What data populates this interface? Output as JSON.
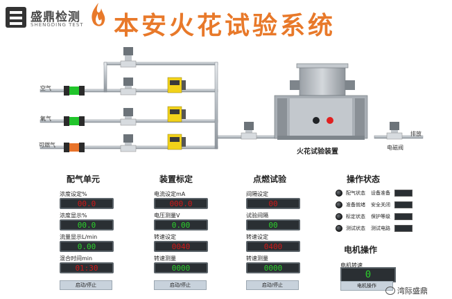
{
  "header": {
    "logo_text": "盛鼎检测",
    "logo_sub": "SHENGDING TEST",
    "title": "本安火花试验系统"
  },
  "schematic": {
    "gas_air": "空气",
    "gas_oxygen": "氧气",
    "gas_combustible": "可燃气",
    "device_label": "火花试验装置",
    "valve_label": "电磁阀",
    "exhaust_label": "排放"
  },
  "gas_panel": {
    "title": "配气单元",
    "f1_label": "浓度设定%",
    "f1_value": "00.0",
    "f2_label": "浓度显示%",
    "f2_value": "00.0",
    "f3_label": "流量显示L/min",
    "f3_value": "0.00",
    "f4_label": "混合时间min",
    "f4_value": "01:30",
    "button": "启动/停止"
  },
  "calib_panel": {
    "title": "装置标定",
    "f1_label": "电流设定mA",
    "f1_value": "000.0",
    "f2_label": "电压测量V",
    "f2_value": "0.00",
    "f3_label": "转速设定",
    "f3_value": "0040",
    "f4_label": "转速测量",
    "f4_value": "0000",
    "button": "启动/停止"
  },
  "ignition_panel": {
    "title": "点燃试验",
    "f1_label": "间隔设定",
    "f1_value": "00",
    "f2_label": "试验间隔",
    "f2_value": "00",
    "f3_label": "转速设定",
    "f3_value": "0400",
    "f4_label": "转速测量",
    "f4_value": "0000",
    "button": "启动/停止"
  },
  "status_panel": {
    "title": "操作状态",
    "rows": [
      {
        "label": "配气状态",
        "label2": "设备准备"
      },
      {
        "label": "准备就绪",
        "label2": "安全关闭"
      },
      {
        "label": "标定状态",
        "label2": "保护等级"
      },
      {
        "label": "测试状态",
        "label2": "测试电路"
      }
    ]
  },
  "motor": {
    "title": "电机操作",
    "label": "电机转速",
    "value": "0",
    "button": "电机操作"
  },
  "watermark": "湾际盛鼎",
  "colors": {
    "title": "#e8792a",
    "display_red": "#d01818",
    "display_green": "#2cd12c",
    "lamp_red": "#e02020",
    "flowmeter_green": "#21c52b",
    "flowmeter_orange": "#e8732a",
    "actuator_yellow": "#f2d21a"
  }
}
